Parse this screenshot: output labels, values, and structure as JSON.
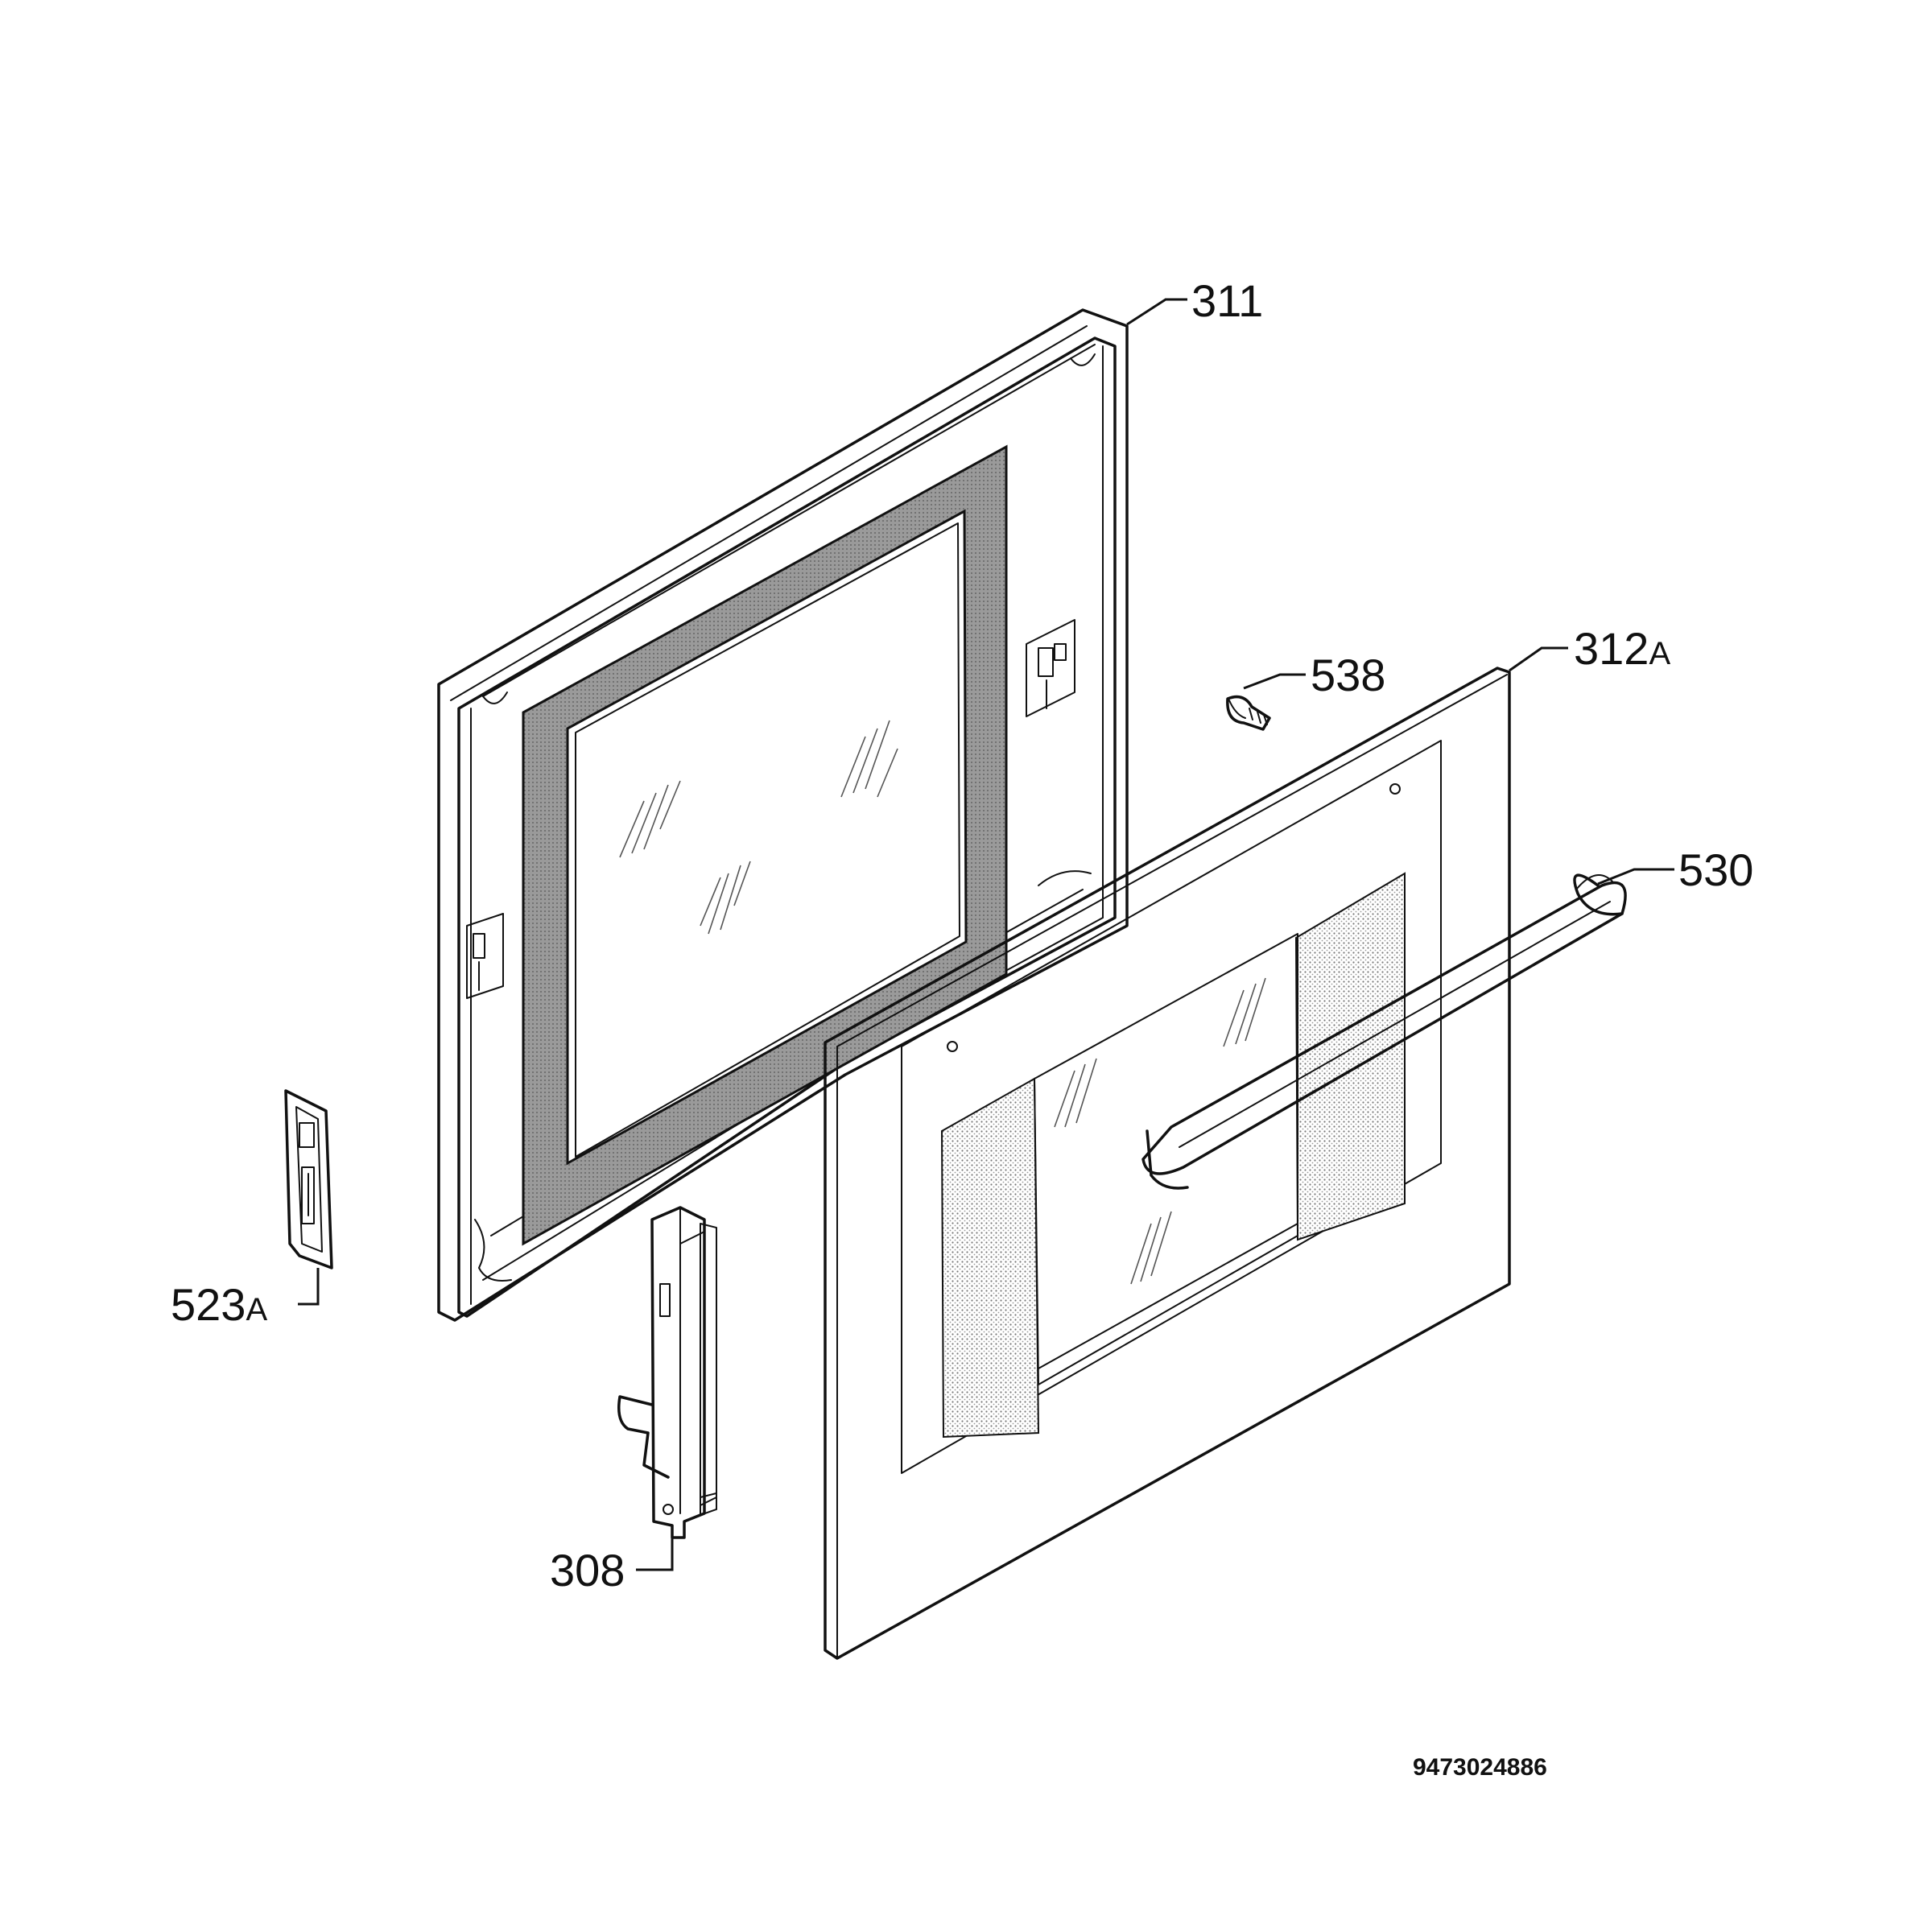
{
  "labels": {
    "inner_door": "311",
    "outer_door_num": "312",
    "outer_door_sfx": "A",
    "screw": "538",
    "handle": "530",
    "bracket_num": "523",
    "bracket_sfx": "A",
    "hinge": "308"
  },
  "drawing_code": "9473024886"
}
